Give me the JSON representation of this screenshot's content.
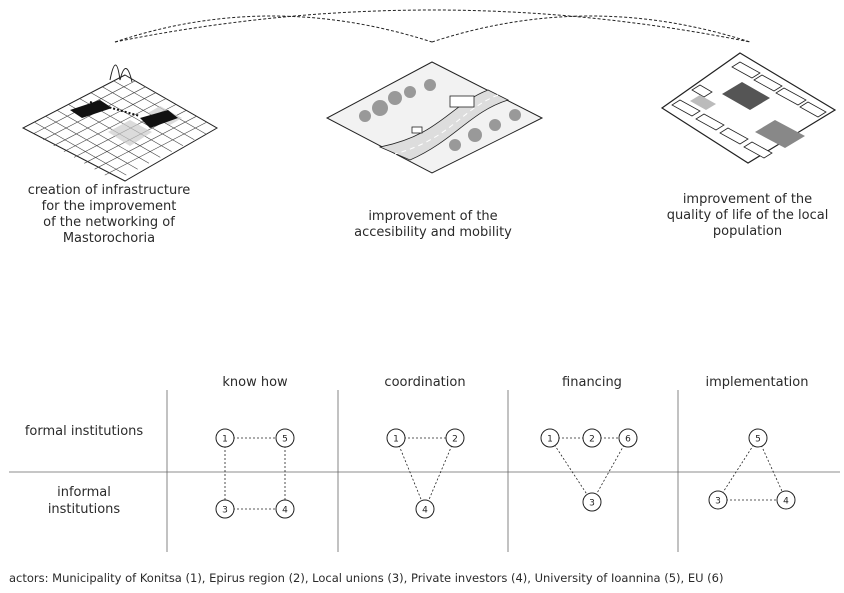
{
  "captions": {
    "infrastructure": "creation of infrastructure\nfor the improvement\nof the networking of\nMastorochoria",
    "accessibility": "improvement of the\naccesibility and mobility",
    "quality": "improvement of the\nquality of life of the local\npopulation"
  },
  "columns": [
    "know how",
    "coordination",
    "financing",
    "implementation"
  ],
  "rows": [
    "formal institutions",
    "informal\ninstitutions"
  ],
  "networks": [
    {
      "name": "know how",
      "nodes": [
        "1",
        "5",
        "3",
        "4"
      ],
      "links": [
        [
          "1",
          "5"
        ],
        [
          "1",
          "3"
        ],
        [
          "5",
          "4"
        ],
        [
          "3",
          "4"
        ]
      ]
    },
    {
      "name": "coordination",
      "nodes": [
        "1",
        "2",
        "4"
      ],
      "links": [
        [
          "1",
          "2"
        ],
        [
          "1",
          "4"
        ],
        [
          "2",
          "4"
        ]
      ]
    },
    {
      "name": "financing",
      "nodes": [
        "1",
        "2",
        "6",
        "3"
      ],
      "links": [
        [
          "1",
          "2"
        ],
        [
          "2",
          "6"
        ],
        [
          "1",
          "3"
        ],
        [
          "6",
          "3"
        ]
      ]
    },
    {
      "name": "implementation",
      "nodes": [
        "5",
        "3",
        "4"
      ],
      "links": [
        [
          "5",
          "3"
        ],
        [
          "5",
          "4"
        ],
        [
          "3",
          "4"
        ]
      ]
    }
  ],
  "footer": "actors: Municipality of Konitsa (1), Epirus region (2), Local unions (3), Private investors (4), University of Ioannina (5), EU (6)"
}
